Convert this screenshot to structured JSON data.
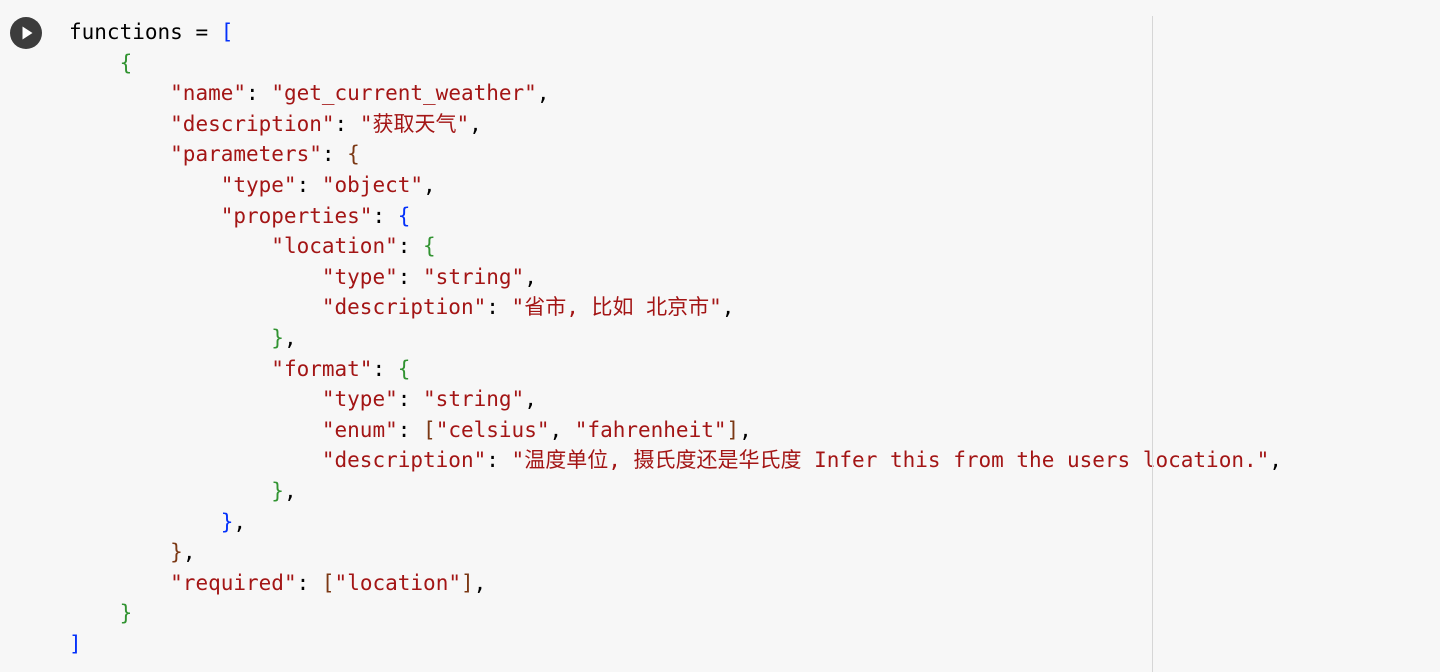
{
  "cell": {
    "run_button_label": "Run cell",
    "variable": "functions",
    "operator": " = ",
    "code_lines": [
      "functions = [",
      "    {",
      "        \"name\": \"get_current_weather\",",
      "        \"description\": \"获取天气\",",
      "        \"parameters\": {",
      "            \"type\": \"object\",",
      "            \"properties\": {",
      "                \"location\": {",
      "                    \"type\": \"string\",",
      "                    \"description\": \"省市, 比如 北京市\",",
      "                },",
      "                \"format\": {",
      "                    \"type\": \"string\",",
      "                    \"enum\": [\"celsius\", \"fahrenheit\"],",
      "                    \"description\": \"温度单位, 摄氏度还是华氏度 Infer this from the users location.\",",
      "                },",
      "            },",
      "        },",
      "        \"required\": [\"location\"],",
      "    }",
      "]"
    ]
  },
  "tokens": {
    "name_key": "\"name\"",
    "name_val": "\"get_current_weather\"",
    "desc_key": "\"description\"",
    "desc_val": "\"获取天气\"",
    "params_key": "\"parameters\"",
    "type_key": "\"type\"",
    "object_val": "\"object\"",
    "props_key": "\"properties\"",
    "location_key": "\"location\"",
    "string_val": "\"string\"",
    "loc_desc_val": "\"省市, 比如 北京市\"",
    "format_key": "\"format\"",
    "enum_key": "\"enum\"",
    "celsius": "\"celsius\"",
    "fahrenheit": "\"fahrenheit\"",
    "fmt_desc_val": "\"温度单位, 摄氏度还是华氏度 Infer this from the users location.\"",
    "required_key": "\"required\"",
    "required_val": "\"location\""
  },
  "colors": {
    "string": "#a31515",
    "bracket_level1": "#0431fa",
    "bracket_level2": "#319331",
    "bracket_level3": "#7b3814",
    "background": "#f7f7f7",
    "run_button": "#3c3c3c"
  }
}
